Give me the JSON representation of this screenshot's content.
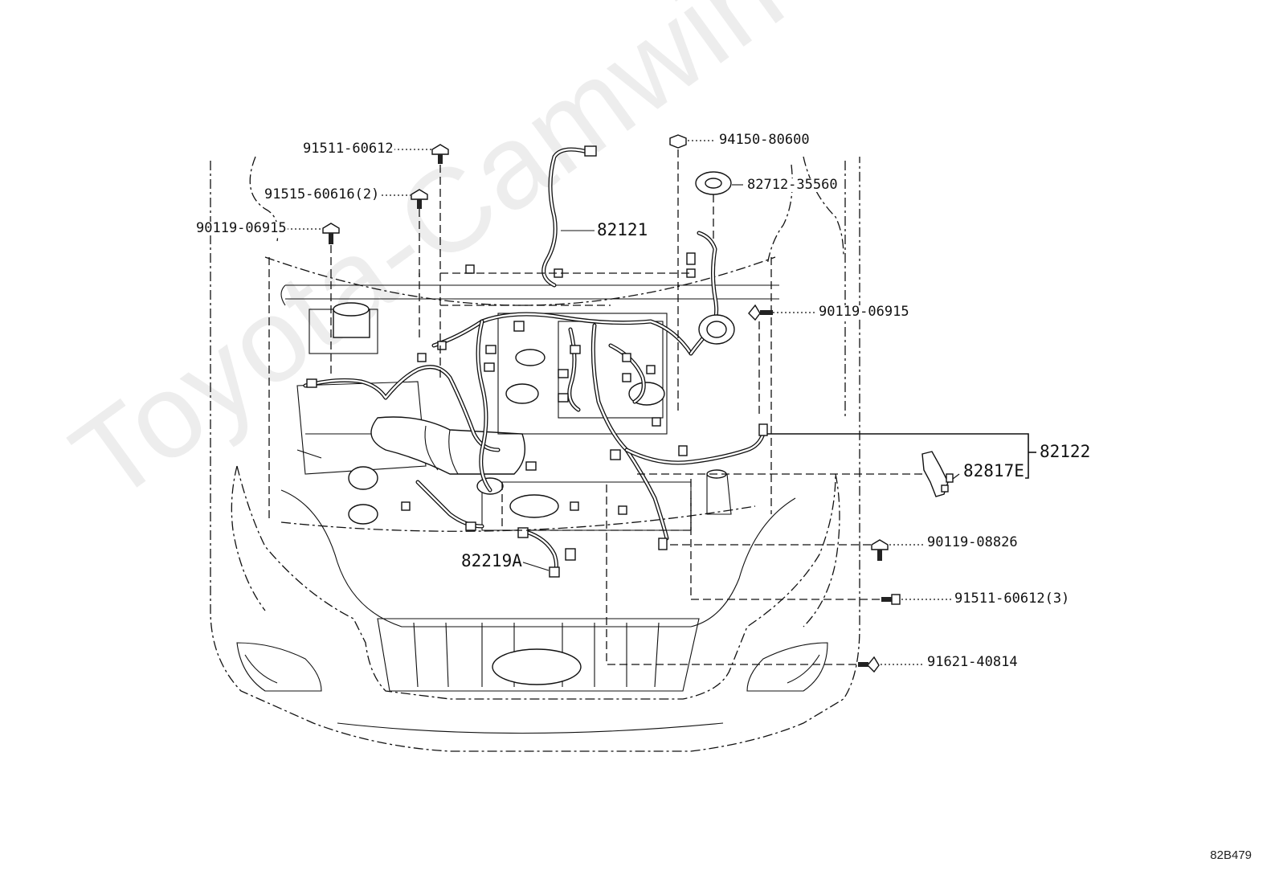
{
  "diagram": {
    "watermark": "Toyota-Camwine.ru",
    "figure_code": "82B479",
    "parts": [
      {
        "id": "p-91511-60612",
        "label": "91511-60612"
      },
      {
        "id": "p-91515-60616",
        "label": "91515-60616(2)"
      },
      {
        "id": "p-90119-06915-left",
        "label": "90119-06915"
      },
      {
        "id": "p-82121",
        "label": "82121"
      },
      {
        "id": "p-94150-80600",
        "label": "94150-80600"
      },
      {
        "id": "p-82712-35560",
        "label": "82712-35560"
      },
      {
        "id": "p-90119-06915-right",
        "label": "90119-06915"
      },
      {
        "id": "p-82122",
        "label": "82122"
      },
      {
        "id": "p-82817E",
        "label": "82817E"
      },
      {
        "id": "p-82219A",
        "label": "82219A"
      },
      {
        "id": "p-90119-08826",
        "label": "90119-08826"
      },
      {
        "id": "p-91511-60612-3",
        "label": "91511-60612(3)"
      },
      {
        "id": "p-91621-40814",
        "label": "91621-40814"
      }
    ]
  }
}
